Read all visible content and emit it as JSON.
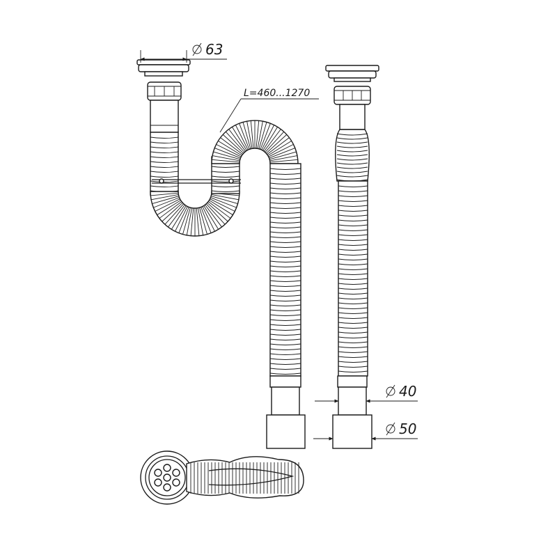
{
  "dimensions": {
    "inlet_diameter": "63",
    "length": "L=460...1270",
    "outlet_small_diameter": "40",
    "outlet_large_diameter": "50"
  },
  "colors": {
    "line": "#1a1a1a",
    "background": "#ffffff"
  },
  "icons": {
    "diameter_symbol": "diameter-symbol-icon"
  }
}
